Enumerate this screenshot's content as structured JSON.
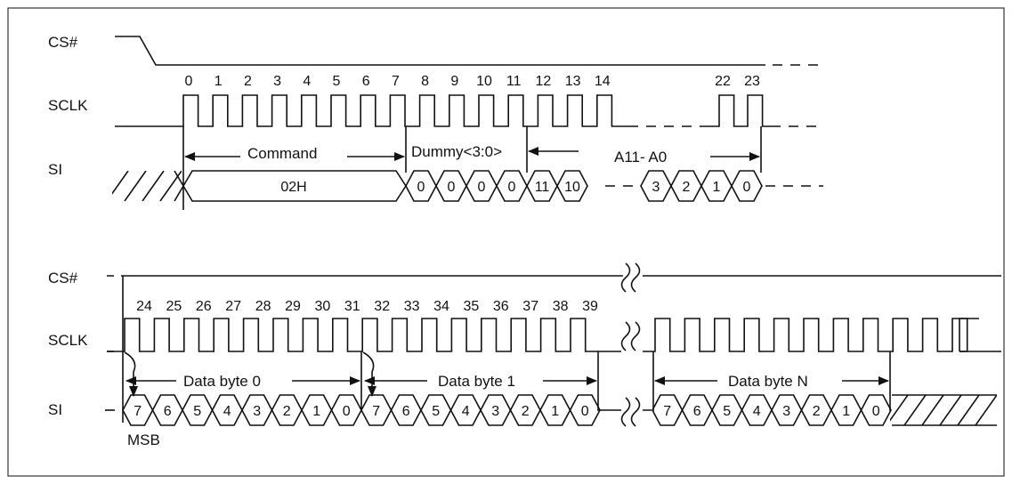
{
  "signals": {
    "cs": "CS#",
    "sclk": "SCLK",
    "si": "SI"
  },
  "top": {
    "clock_numbers": [
      "0",
      "1",
      "2",
      "3",
      "4",
      "5",
      "6",
      "7",
      "8",
      "9",
      "10",
      "11",
      "12",
      "13",
      "14",
      "22",
      "23"
    ],
    "command_label": "Command",
    "dummy_label": "Dummy<3:0>",
    "address_label": "A11- A0",
    "opcode": "02H",
    "dummy_bits": [
      "0",
      "0",
      "0",
      "0"
    ],
    "address_high_bits": [
      "11",
      "10"
    ],
    "address_low_bits": [
      "3",
      "2",
      "1",
      "0"
    ]
  },
  "bottom": {
    "clock_numbers": [
      "24",
      "25",
      "26",
      "27",
      "28",
      "29",
      "30",
      "31",
      "32",
      "33",
      "34",
      "35",
      "36",
      "37",
      "38",
      "39"
    ],
    "data_byte_0": "Data byte 0",
    "data_byte_1": "Data byte 1",
    "data_byte_n": "Data byte N",
    "byte_bits": [
      "7",
      "6",
      "5",
      "4",
      "3",
      "2",
      "1",
      "0"
    ],
    "msb_label": "MSB"
  }
}
